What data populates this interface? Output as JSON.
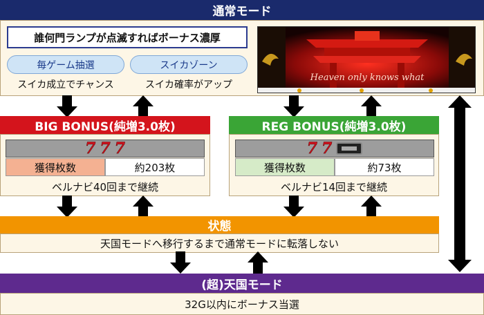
{
  "normal_mode": {
    "title": "通常モード",
    "headline": "誰何門ランプが点滅すればボーナス濃厚",
    "pill_left": "毎ゲーム抽選",
    "pill_right": "スイカゾーン",
    "desc_left": "スイカ成立でチャンス",
    "desc_right": "スイカ確率がアップ",
    "image_text": "Heaven only knows what"
  },
  "big_bonus": {
    "title": "BIG BONUS(純増3.0枚)",
    "symbols": [
      "7",
      "7",
      "7"
    ],
    "label": "獲得枚数",
    "value": "約203枚",
    "note": "ベルナビ40回まで継続"
  },
  "reg_bonus": {
    "title": "REG BONUS(純増3.0枚)",
    "symbols": [
      "7",
      "7"
    ],
    "label": "獲得枚数",
    "value": "約73枚",
    "note": "ベルナビ14回まで継続"
  },
  "state": {
    "title": "状態",
    "note": "天国モードへ移行するまで通常モードに転落しない"
  },
  "heaven_mode": {
    "title": "(超)天国モード",
    "note": "32G以内にボーナス当選"
  },
  "colors": {
    "navy": "#1a2a6c",
    "red": "#d4141c",
    "green": "#3aa536",
    "orange": "#f29400",
    "purple": "#5e2a8e"
  }
}
